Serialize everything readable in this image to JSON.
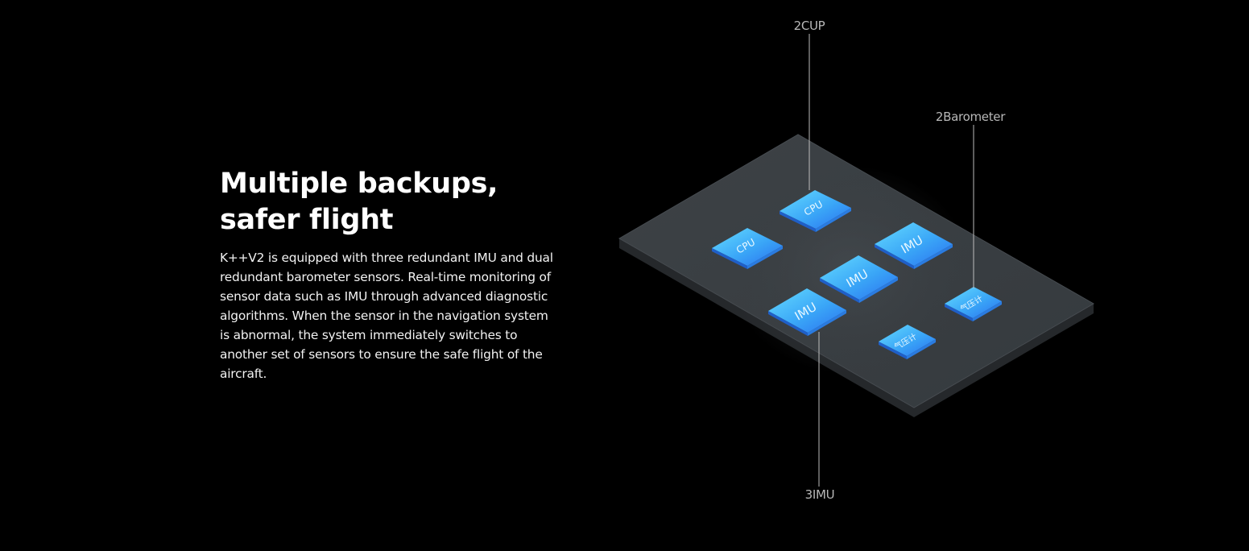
{
  "section": {
    "heading": "Multiple backups, safer flight",
    "description": "K++V2 is equipped with three redundant IMU and dual redundant barometer sensors. Real-time monitoring of sensor data such as IMU through advanced diagnostic algorithms. When the sensor in the navigation system is abnormal, the system immediately switches to another set of sensors to ensure the safe flight of the aircraft."
  },
  "callouts": {
    "cpu": "2CUP",
    "barometer": "2Barometer",
    "imu": "3IMU"
  },
  "chips": {
    "cpu_1": "CPU",
    "cpu_2": "CPU",
    "imu_1": "IMU",
    "imu_2": "IMU",
    "imu_3": "IMU",
    "barometer_1": "气压计",
    "barometer_2": "气压计"
  },
  "colors": {
    "background": "#000000",
    "board_top": "#3a3e42",
    "board_side": "#25282b",
    "chip_light": "#5ad2ff",
    "chip_dark": "#2b78f0",
    "callout_line": "#bdbdbd"
  }
}
